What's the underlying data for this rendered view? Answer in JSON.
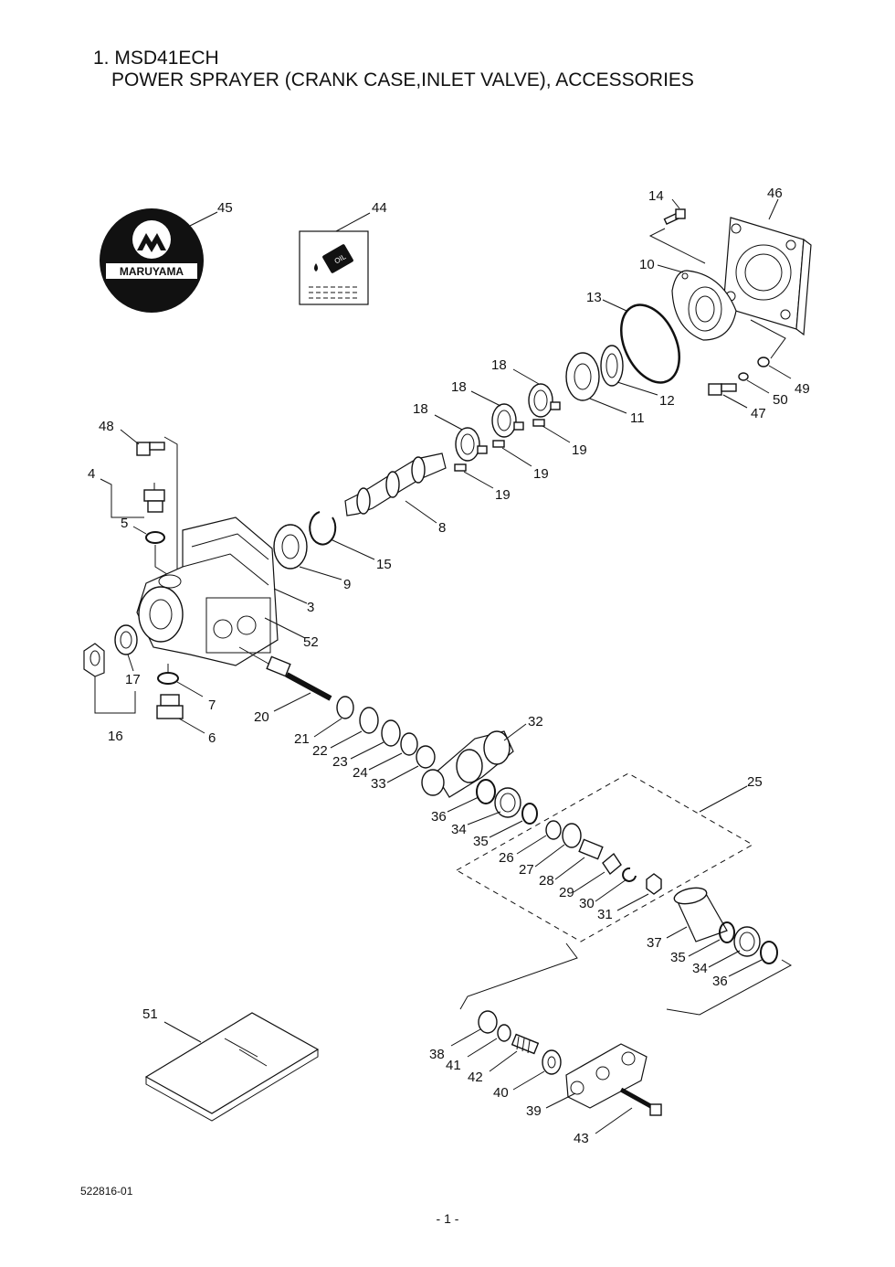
{
  "header": {
    "line1": "1. MSD41ECH",
    "line2": "POWER SPRAYER (CRANK CASE,INLET VALVE), ACCESSORIES"
  },
  "logo": {
    "text": "MARUYAMA"
  },
  "decal": {
    "text": "OIL"
  },
  "labels": {
    "p3": "3",
    "p4": "4",
    "p5": "5",
    "p6": "6",
    "p7": "7",
    "p8": "8",
    "p9": "9",
    "p10": "10",
    "p11": "11",
    "p12": "12",
    "p13": "13",
    "p14": "14",
    "p15": "15",
    "p16": "16",
    "p17": "17",
    "p18a": "18",
    "p18b": "18",
    "p18c": "18",
    "p19a": "19",
    "p19b": "19",
    "p19c": "19",
    "p20": "20",
    "p21": "21",
    "p22": "22",
    "p23": "23",
    "p24": "24",
    "p25": "25",
    "p26": "26",
    "p27": "27",
    "p28": "28",
    "p29": "29",
    "p30": "30",
    "p31": "31",
    "p32": "32",
    "p33": "33",
    "p34a": "34",
    "p34b": "34",
    "p35a": "35",
    "p35b": "35",
    "p36a": "36",
    "p36b": "36",
    "p37": "37",
    "p38": "38",
    "p39": "39",
    "p40": "40",
    "p41": "41",
    "p42": "42",
    "p43": "43",
    "p44": "44",
    "p45": "45",
    "p46": "46",
    "p47": "47",
    "p48": "48",
    "p49": "49",
    "p50": "50",
    "p51": "51",
    "p52": "52"
  },
  "footer": {
    "code": "522816-01",
    "page": "- 1 -"
  }
}
